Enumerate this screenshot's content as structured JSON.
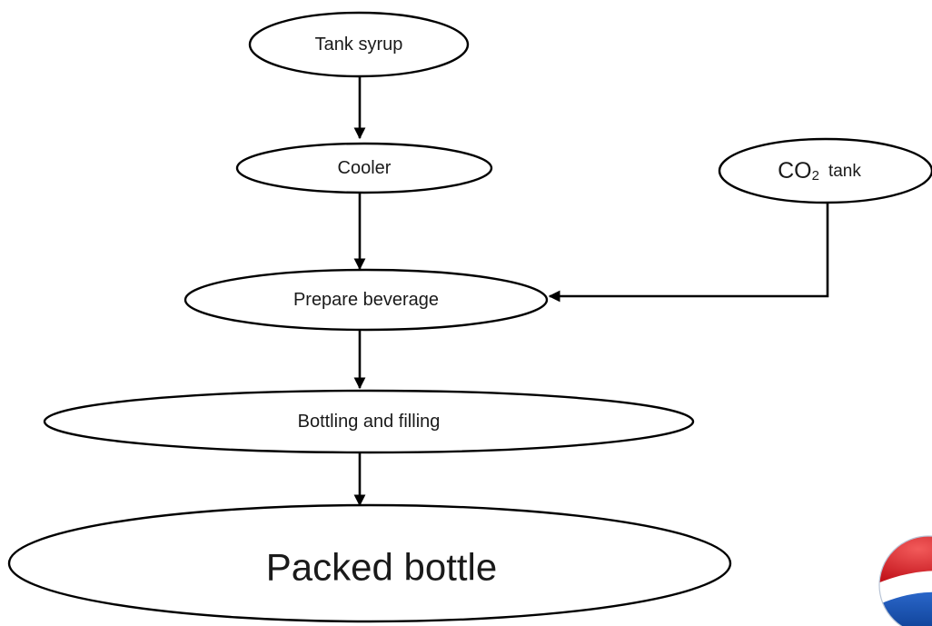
{
  "nodes": {
    "tank_syrup": "Tank syrup",
    "cooler": "Cooler",
    "co2_tank": {
      "formula": "CO",
      "subscript": "2",
      "suffix": "tank"
    },
    "prepare_beverage": "Prepare beverage",
    "bottling_filling": "Bottling and filling",
    "packed_bottle": "Packed bottle"
  },
  "edges": [
    {
      "from": "tank_syrup",
      "to": "cooler"
    },
    {
      "from": "cooler",
      "to": "prepare_beverage"
    },
    {
      "from": "co2_tank",
      "to": "prepare_beverage"
    },
    {
      "from": "prepare_beverage",
      "to": "bottling_filling"
    },
    {
      "from": "bottling_filling",
      "to": "packed_bottle"
    }
  ],
  "decoration": {
    "logo": "pepsi-globe-logo"
  }
}
